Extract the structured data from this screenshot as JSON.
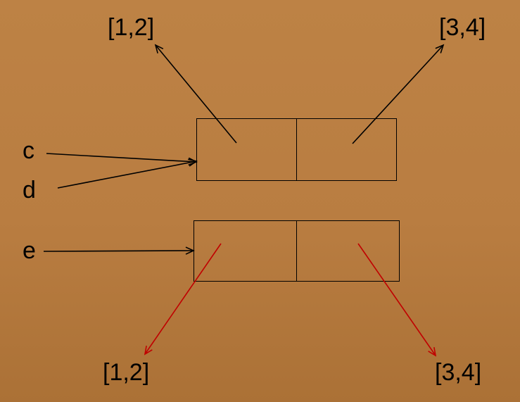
{
  "labels": {
    "top_left_value": "[1,2]",
    "top_right_value": "[3,4]",
    "bottom_left_value": "[1,2]",
    "bottom_right_value": "[3,4]",
    "var_c": "c",
    "var_d": "d",
    "var_e": "e"
  },
  "colors": {
    "shared_arrow": "#000000",
    "copied_arrow": "#c00000",
    "background": "#bb8043"
  }
}
